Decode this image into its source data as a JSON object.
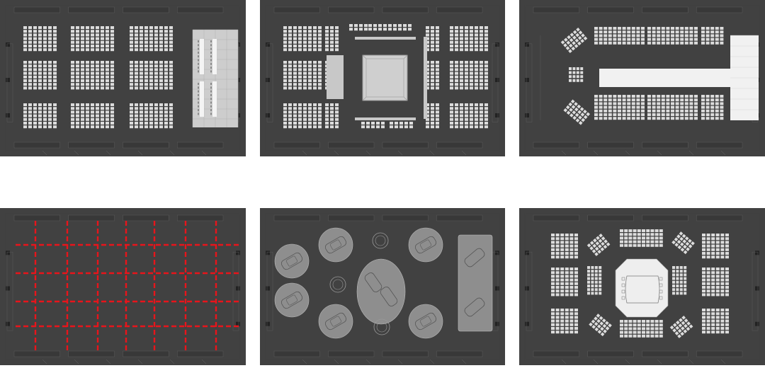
{
  "layouts": [
    {
      "id": "banquet",
      "room_labels": [],
      "seating_color": "#dcdcdc"
    },
    {
      "id": "square-stage",
      "room_labels": [],
      "seating_color": "#dcdcdc"
    },
    {
      "id": "t-runway",
      "room_labels": [],
      "seating_color": "#dcdcdc"
    },
    {
      "id": "grid-lines",
      "room_labels": [],
      "grid_color": "#e8141b"
    },
    {
      "id": "car-display",
      "room_labels": [],
      "platform_color": "#8e8e8e"
    },
    {
      "id": "octagon-conference",
      "room_labels": [],
      "seating_color": "#dcdcdc"
    }
  ],
  "colors": {
    "hall_floor": "#414141",
    "wall_outline": "#2b2b2b",
    "seat": "#dcdcdc",
    "stage": "#c8c8c8",
    "grid_red": "#e8141b",
    "page_bg": "#ffffff"
  }
}
